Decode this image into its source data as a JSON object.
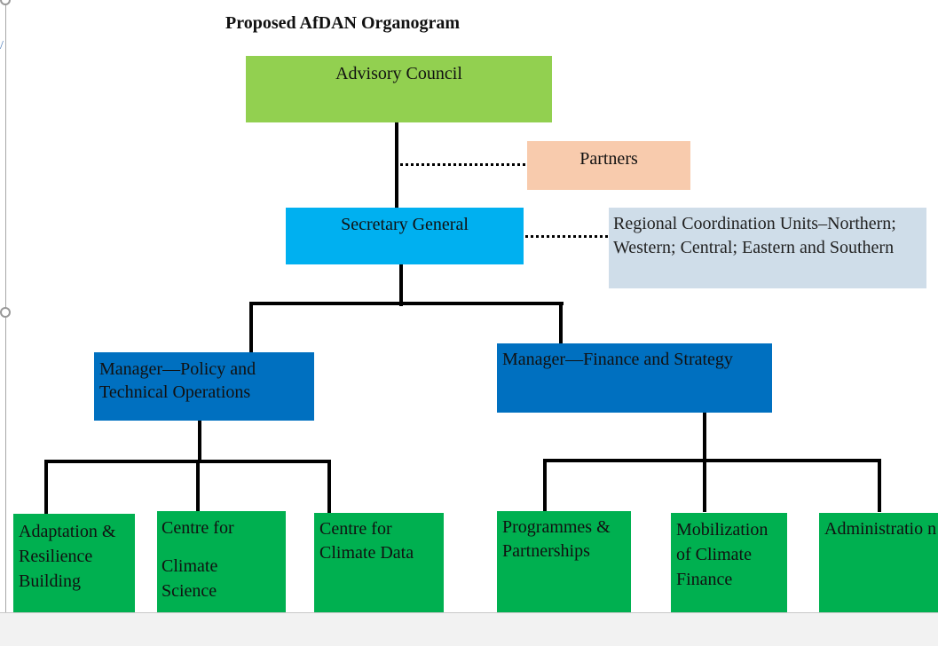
{
  "title": "Proposed AfDAN Organogram",
  "colors": {
    "advisory": "#92d050",
    "partners": "#f8cbad",
    "secretary": "#00b0f0",
    "regional": "#cfdde9",
    "manager": "#0070c0",
    "unit": "#00b050"
  },
  "nodes": {
    "advisory_council": "Advisory Council",
    "partners": "Partners",
    "secretary_general": "Secretary General",
    "regional_units": "Regional Coordination Units–Northern; Western; Central; Eastern and Southern",
    "manager_policy": "Manager—Policy and Technical Operations",
    "manager_finance": "Manager—Finance and Strategy",
    "units_policy": [
      "Adaptation & Resilience Building",
      "Centre for",
      "Climate Science",
      "Centre for Climate Data"
    ],
    "units_finance": [
      "Programmes & Partnerships",
      "Mobilization of Climate Finance",
      "Administratio n"
    ]
  }
}
